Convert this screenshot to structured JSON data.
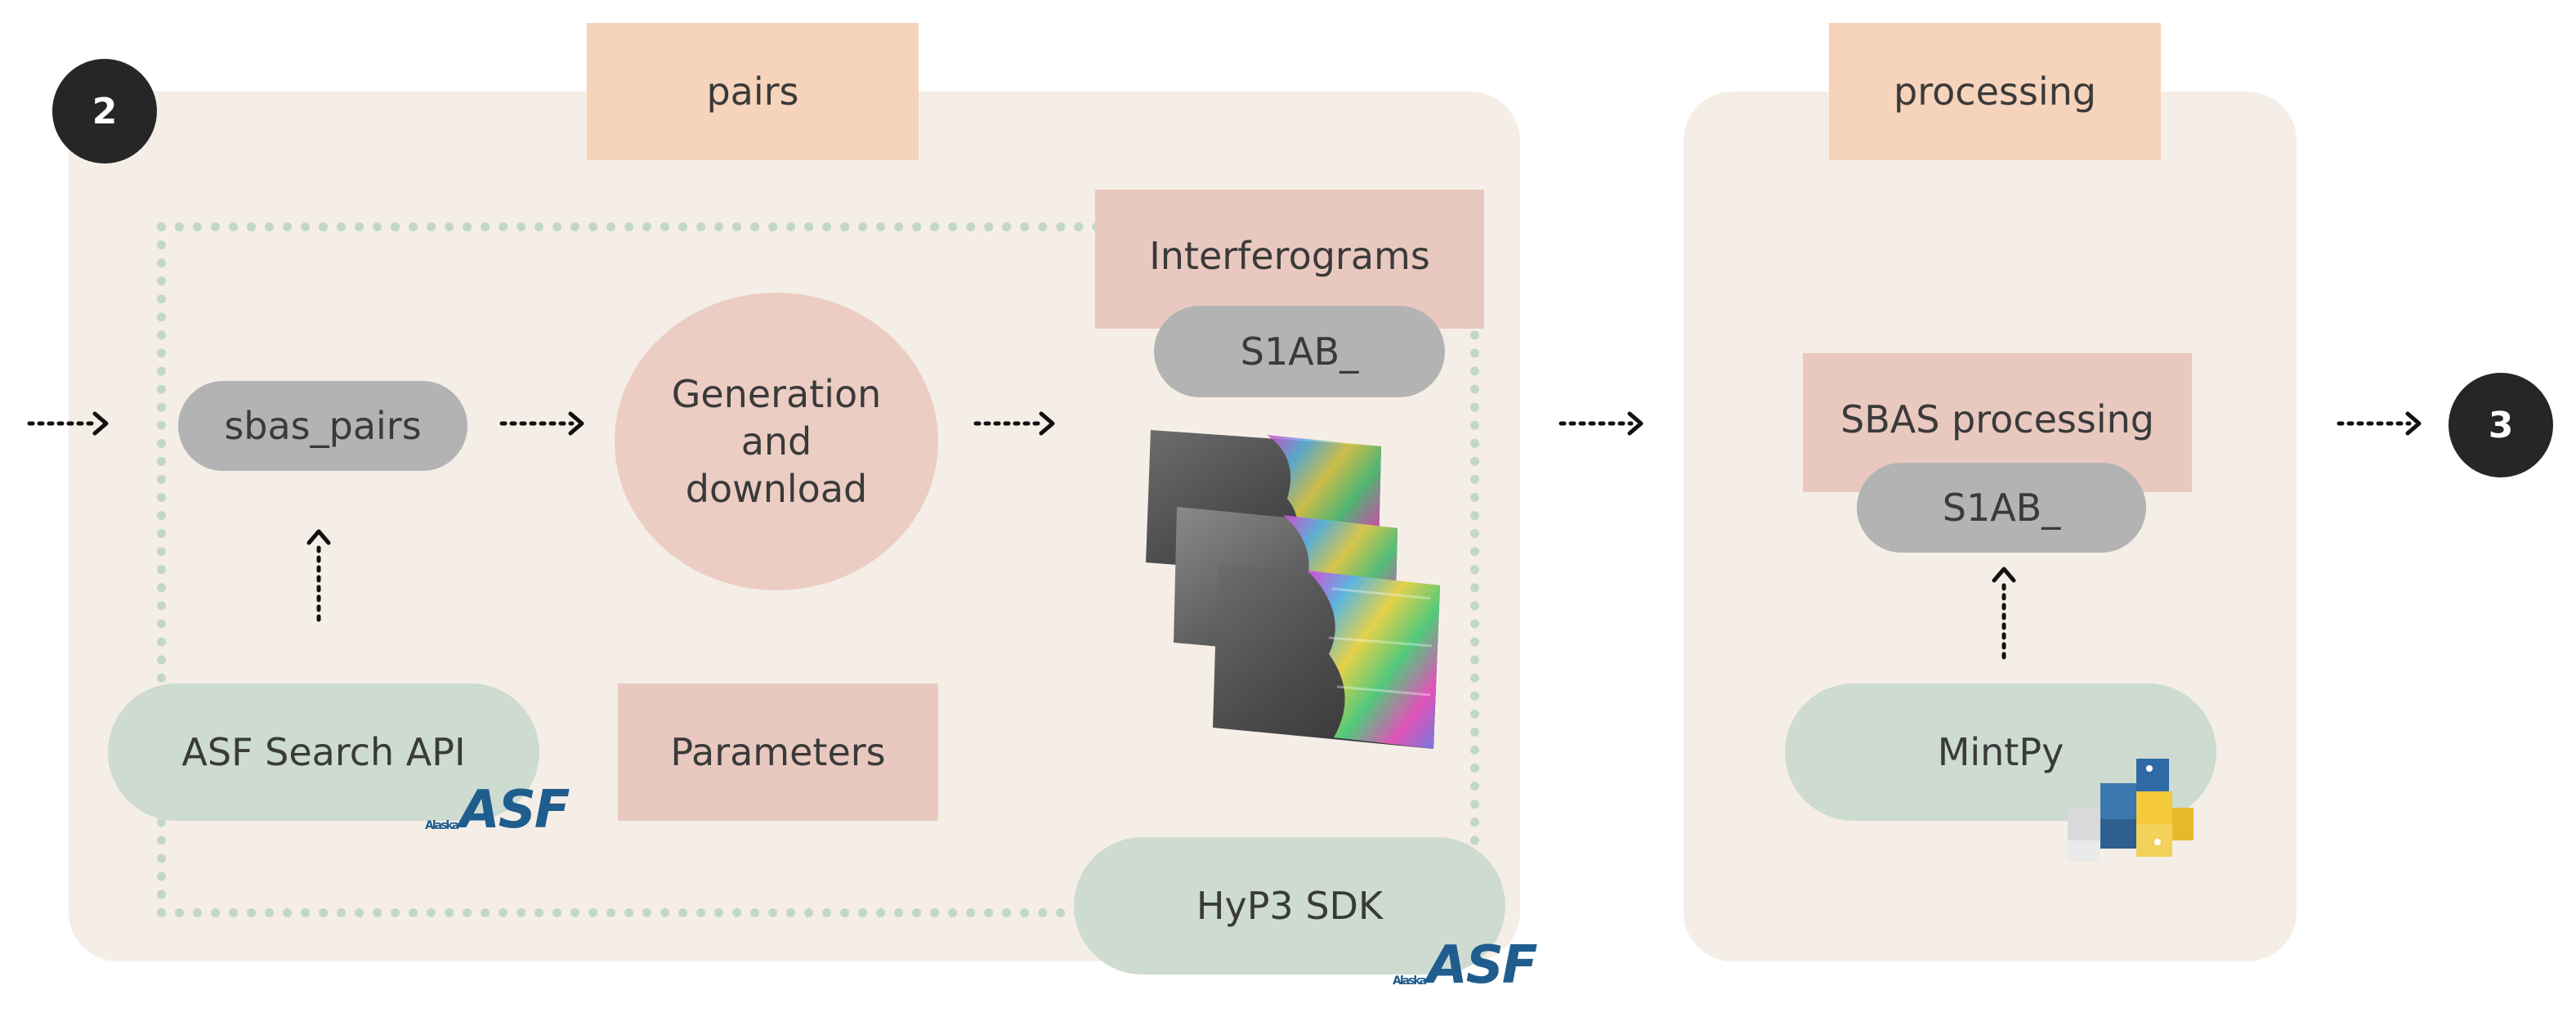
{
  "badges": {
    "left": "2",
    "right": "3"
  },
  "panels": {
    "pairs": {
      "tab_label": "pairs",
      "nodes": {
        "sbas_pairs": "sbas_pairs",
        "generation": [
          "Generation",
          "and",
          "download"
        ],
        "interferograms": "Interferograms",
        "s1ab": "S1AB_",
        "asf_search": "ASF Search API",
        "parameters": "Parameters",
        "hyp3": "HyP3 SDK"
      }
    },
    "processing": {
      "tab_label": "processing",
      "nodes": {
        "sbas_processing": "SBAS processing",
        "s1ab": "S1AB_",
        "mintpy": "MintPy"
      }
    }
  },
  "logos": {
    "asf_text": "ASF",
    "asf_small": "Alaska"
  },
  "icons": [
    "python-logo-icon",
    "asf-logo",
    "interferogram-stack-image"
  ],
  "colors": {
    "panel_bg": "#f5eee7",
    "tab_bg": "#f6d3bb",
    "pink_box": "#e9c9bf",
    "gray_pill": "#b3b3b3",
    "green_pill": "#cddbd0",
    "dotted_border": "#c3d7c8",
    "badge": "#262626"
  }
}
